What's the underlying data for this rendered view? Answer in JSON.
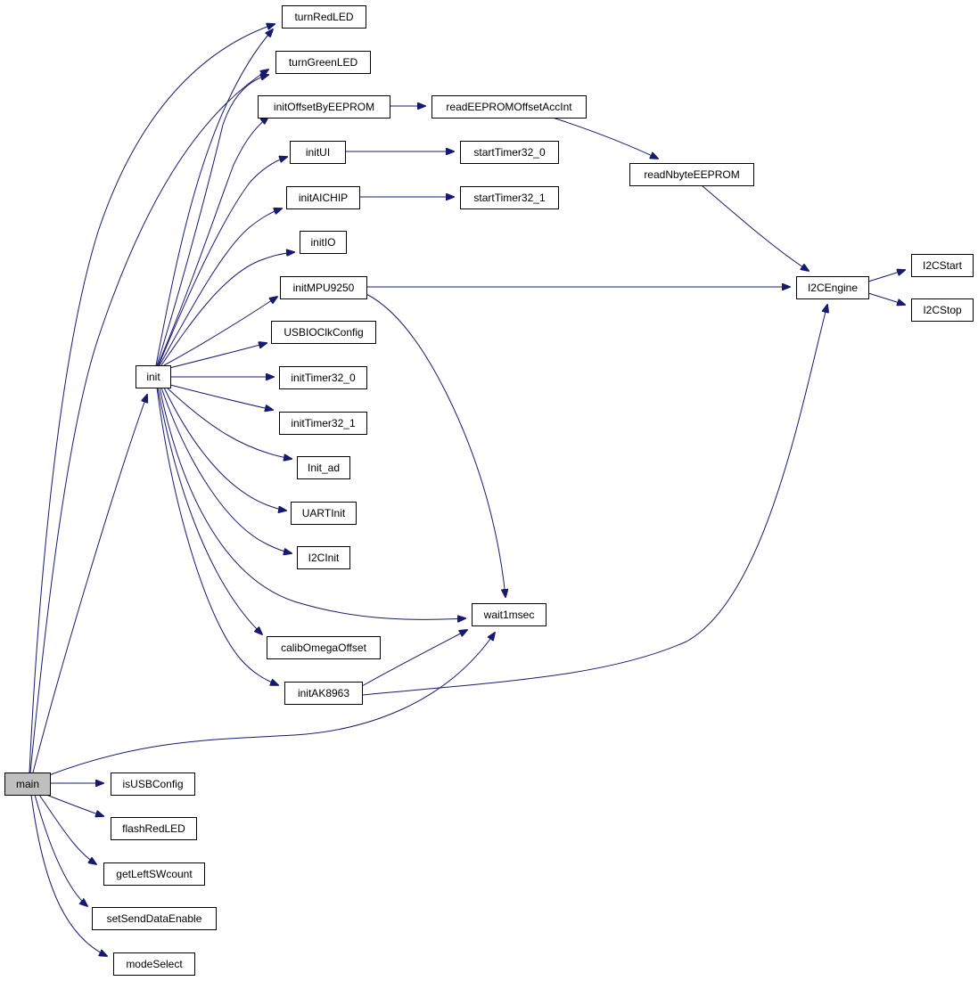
{
  "graph": {
    "edge_color": "#191970",
    "root_fill": "#bfbfbf",
    "nodes": {
      "main": "main",
      "init": "init",
      "turnRedLED": "turnRedLED",
      "turnGreenLED": "turnGreenLED",
      "initOffsetByEEPROM": "initOffsetByEEPROM",
      "readEEPROMOffsetAccInt": "readEEPROMOffsetAccInt",
      "initUI": "initUI",
      "startTimer32_0": "startTimer32_0",
      "readNbyteEEPROM": "readNbyteEEPROM",
      "initAICHIP": "initAICHIP",
      "startTimer32_1": "startTimer32_1",
      "initIO": "initIO",
      "initMPU9250": "initMPU9250",
      "I2CEngine": "I2CEngine",
      "I2CStart": "I2CStart",
      "I2CStop": "I2CStop",
      "USBIOClkConfig": "USBIOClkConfig",
      "initTimer32_0": "initTimer32_0",
      "initTimer32_1": "initTimer32_1",
      "Init_ad": "Init_ad",
      "UARTInit": "UARTInit",
      "I2CInit": "I2CInit",
      "wait1msec": "wait1msec",
      "calibOmegaOffset": "calibOmegaOffset",
      "initAK8963": "initAK8963",
      "isUSBConfig": "isUSBConfig",
      "flashRedLED": "flashRedLED",
      "getLeftSWcount": "getLeftSWcount",
      "setSendDataEnable": "setSendDataEnable",
      "modeSelect": "modeSelect"
    },
    "edges": [
      [
        "main",
        "turnRedLED"
      ],
      [
        "main",
        "turnGreenLED"
      ],
      [
        "main",
        "init"
      ],
      [
        "main",
        "wait1msec"
      ],
      [
        "main",
        "isUSBConfig"
      ],
      [
        "main",
        "flashRedLED"
      ],
      [
        "main",
        "getLeftSWcount"
      ],
      [
        "main",
        "setSendDataEnable"
      ],
      [
        "main",
        "modeSelect"
      ],
      [
        "init",
        "turnRedLED"
      ],
      [
        "init",
        "turnGreenLED"
      ],
      [
        "init",
        "initOffsetByEEPROM"
      ],
      [
        "init",
        "initUI"
      ],
      [
        "init",
        "initAICHIP"
      ],
      [
        "init",
        "initIO"
      ],
      [
        "init",
        "initMPU9250"
      ],
      [
        "init",
        "USBIOClkConfig"
      ],
      [
        "init",
        "initTimer32_0"
      ],
      [
        "init",
        "initTimer32_1"
      ],
      [
        "init",
        "Init_ad"
      ],
      [
        "init",
        "UARTInit"
      ],
      [
        "init",
        "I2CInit"
      ],
      [
        "init",
        "wait1msec"
      ],
      [
        "init",
        "calibOmegaOffset"
      ],
      [
        "init",
        "initAK8963"
      ],
      [
        "initOffsetByEEPROM",
        "readEEPROMOffsetAccInt"
      ],
      [
        "readEEPROMOffsetAccInt",
        "readNbyteEEPROM"
      ],
      [
        "readNbyteEEPROM",
        "I2CEngine"
      ],
      [
        "initUI",
        "startTimer32_0"
      ],
      [
        "initAICHIP",
        "startTimer32_1"
      ],
      [
        "initMPU9250",
        "I2CEngine"
      ],
      [
        "initMPU9250",
        "wait1msec"
      ],
      [
        "I2CEngine",
        "I2CStart"
      ],
      [
        "I2CEngine",
        "I2CStop"
      ],
      [
        "initAK8963",
        "wait1msec"
      ],
      [
        "initAK8963",
        "I2CEngine"
      ]
    ]
  }
}
